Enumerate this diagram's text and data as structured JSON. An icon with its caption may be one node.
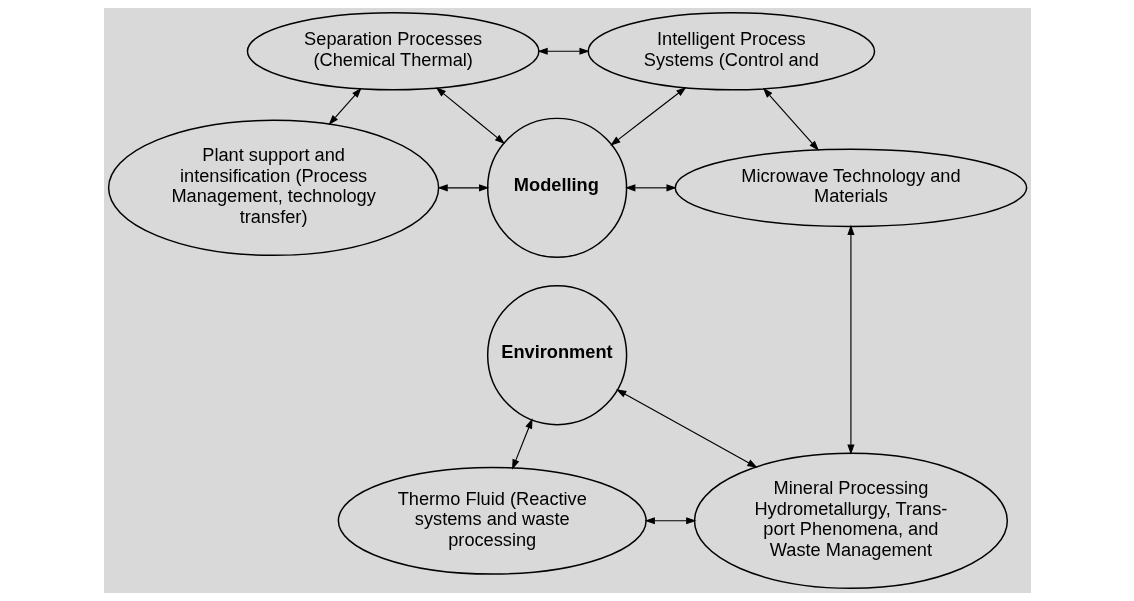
{
  "diagram": {
    "nodes": [
      {
        "text": [
          "Separation Processes (Chemical Thermal)"
        ]
      },
      {
        "text": [
          "Intelligent Process Systems (Control and"
        ]
      },
      {
        "text": [
          "Modelling"
        ]
      },
      {
        "text": [
          "Plant support and intensification (Process Management, technology transfer)"
        ]
      },
      {
        "text": [
          "Microwave Technology and Materials"
        ]
      },
      {
        "text": [
          "Environment"
        ]
      },
      {
        "text": [
          "Thermo Fluid (Reactive systems and waste processing"
        ]
      },
      {
        "text": [
          "Mineral Processing Hydrometallurgy, Trans- port Phenomena, and Waste Management"
        ]
      }
    ],
    "edges": [
      {
        "from": 0,
        "to": 1,
        "arrow": "both"
      },
      {
        "from": 0,
        "to": 3,
        "arrow": "both"
      },
      {
        "from": 0,
        "to": 2,
        "arrow": "both"
      },
      {
        "from": 1,
        "to": 2,
        "arrow": "both"
      },
      {
        "from": 1,
        "to": 4,
        "arrow": "both"
      },
      {
        "from": 3,
        "to": 2,
        "arrow": "both"
      },
      {
        "from": 2,
        "to": 4,
        "arrow": "both"
      },
      {
        "from": 6,
        "to": 5,
        "arrow": "both"
      },
      {
        "from": 5,
        "to": 7,
        "arrow": "both"
      },
      {
        "from": 4,
        "to": 7,
        "arrow": "both"
      },
      {
        "from": 6,
        "to": 7,
        "arrow": "both"
      }
    ]
  }
}
